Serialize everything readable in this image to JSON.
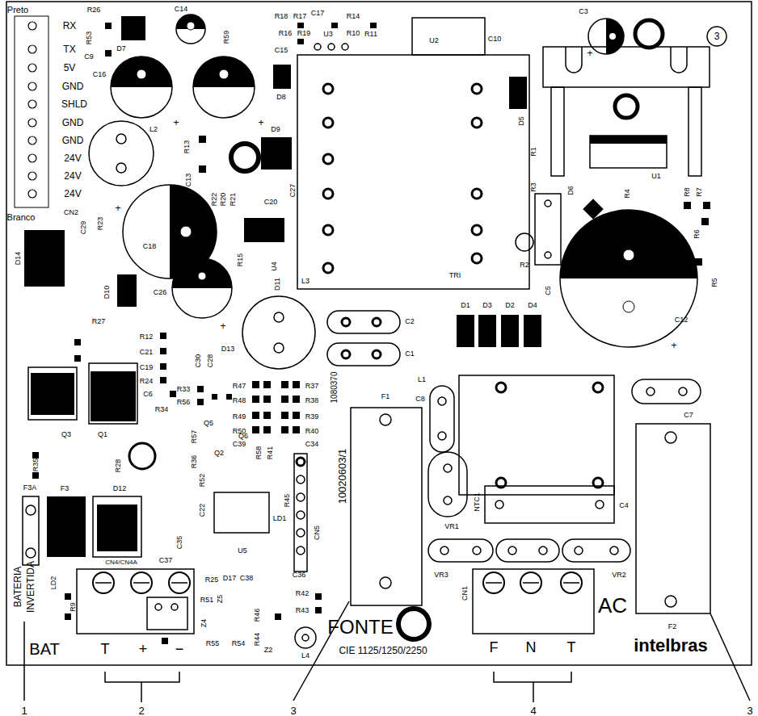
{
  "diagram": {
    "labels": [
      "Preto",
      "RX",
      "TX",
      "5V",
      "GND",
      "SHLD",
      "GND",
      "GND",
      "24V",
      "24V",
      "24V",
      "Branco",
      "CN2",
      "R26",
      "R53",
      "C9",
      "D7",
      "C14",
      "R59",
      "C16",
      "R18",
      "R17",
      "C17",
      "R14",
      "R16",
      "R19",
      "U3",
      "R10",
      "R11",
      "C15",
      "D8",
      "U2",
      "C10",
      "C3",
      "3",
      "L2",
      "R13",
      "C13",
      "D9",
      "R22",
      "R20",
      "R21",
      "C20",
      "C27",
      "C29",
      "R23",
      "C18",
      "D5",
      "R1",
      "R3",
      "R4",
      "U1",
      "R8",
      "R7",
      "D6",
      "C5",
      "R2",
      "TRI",
      "R6",
      "R5",
      "C12",
      "D14",
      "R15",
      "U4",
      "D11",
      "D10",
      "C26",
      "L3",
      "C2",
      "C1",
      "D1",
      "D3",
      "D2",
      "D4",
      "R27",
      "R12",
      "C21",
      "C19",
      "R24",
      "C6",
      "R34",
      "D13",
      "C30",
      "C28",
      "R33",
      "R56",
      "R47",
      "R48",
      "R49",
      "R50",
      "C39",
      "R37",
      "R38",
      "R39",
      "R40",
      "C34",
      "1080370",
      "F1",
      "C8",
      "L1",
      "C7",
      "Q5",
      "R57",
      "Q1",
      "Q3",
      "R35",
      "R28",
      "Q2",
      "Q6",
      "R58",
      "R41",
      "R36",
      "R52",
      "C22",
      "R45",
      "LD1",
      "U5",
      "CN5",
      "10020603/1",
      "NTC1",
      "VR1",
      "C4",
      "VR3",
      "VR2",
      "CN1",
      "F3",
      "F3A",
      "D12",
      "CN4/CN4A",
      "C35",
      "C37",
      "R25",
      "D17",
      "C38",
      "C36",
      "Z5",
      "R51",
      "Z4",
      "R46",
      "R42",
      "R43",
      "R44",
      "Z2",
      "R55",
      "R54",
      "L4",
      "FONTE",
      "CIE 1125/1250/2250",
      "AC",
      "F",
      "N",
      "T",
      "intelbras",
      "F2",
      "BATERIA",
      "INVERTIDA",
      "LD2",
      "R9",
      "BAT",
      "T",
      "+",
      "−",
      "1",
      "2",
      "3",
      "4",
      "3",
      "+",
      "+",
      "+",
      "+",
      "+",
      "+"
    ]
  }
}
